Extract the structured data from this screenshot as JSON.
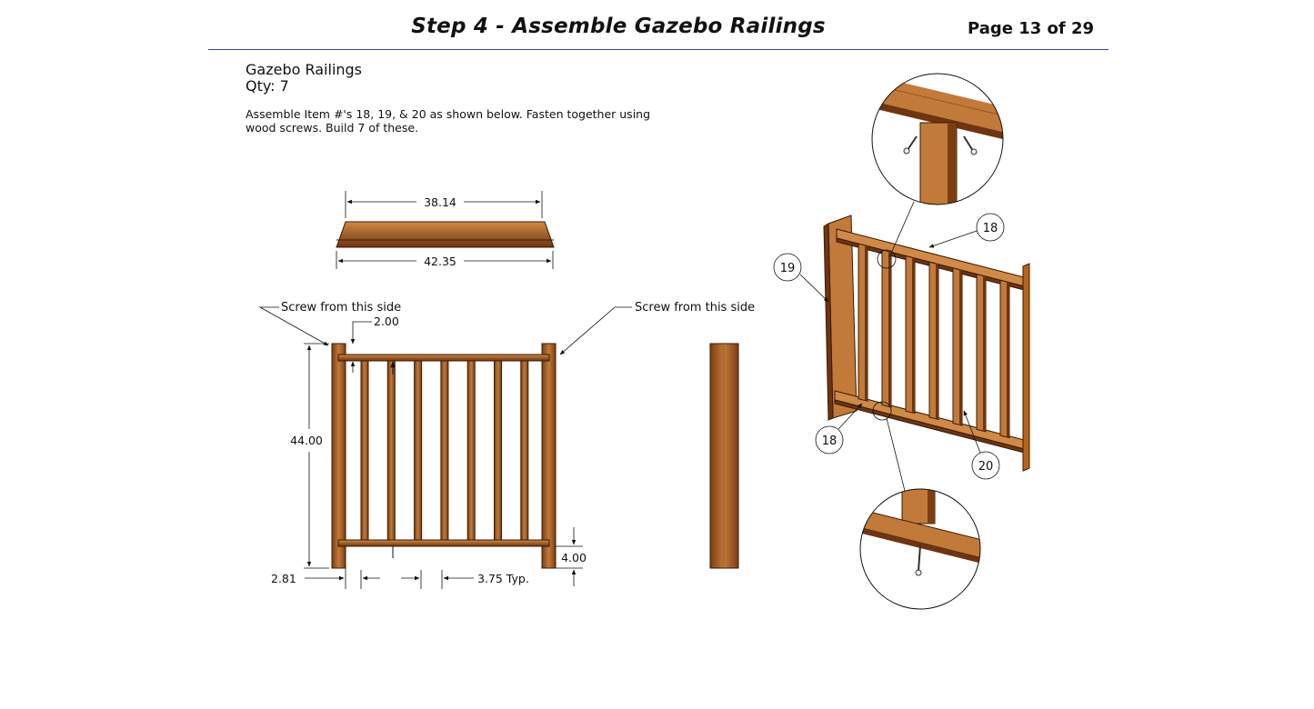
{
  "header": {
    "title": "Step 4 - Assemble Gazebo Railings",
    "page": "Page 13 of 29"
  },
  "intro": {
    "title": "Gazebo Railings",
    "qty": "Qty: 7",
    "instructions_line1": "Assemble Item #'s 18, 19, & 20 as shown below.  Fasten together using",
    "instructions_line2": "wood screws.  Build 7 of these."
  },
  "dimensions": {
    "top_inner": "38.14",
    "top_outer": "42.35",
    "offset": "2.00",
    "height": "44.00",
    "end_gap": "2.81",
    "spacing": "3.75 Typ.",
    "bottom_gap": "4.00"
  },
  "notes": {
    "screw_left": "Screw from this side",
    "screw_right": "Screw from this side"
  },
  "balloons": {
    "rail_top": "18",
    "post": "19",
    "rail_bottom": "18",
    "baluster": "20"
  },
  "colors": {
    "wood": "#b5651d",
    "wood_dark": "#5a2d0c",
    "wood_light": "#d08a45",
    "rule": "#3c3cc8"
  }
}
